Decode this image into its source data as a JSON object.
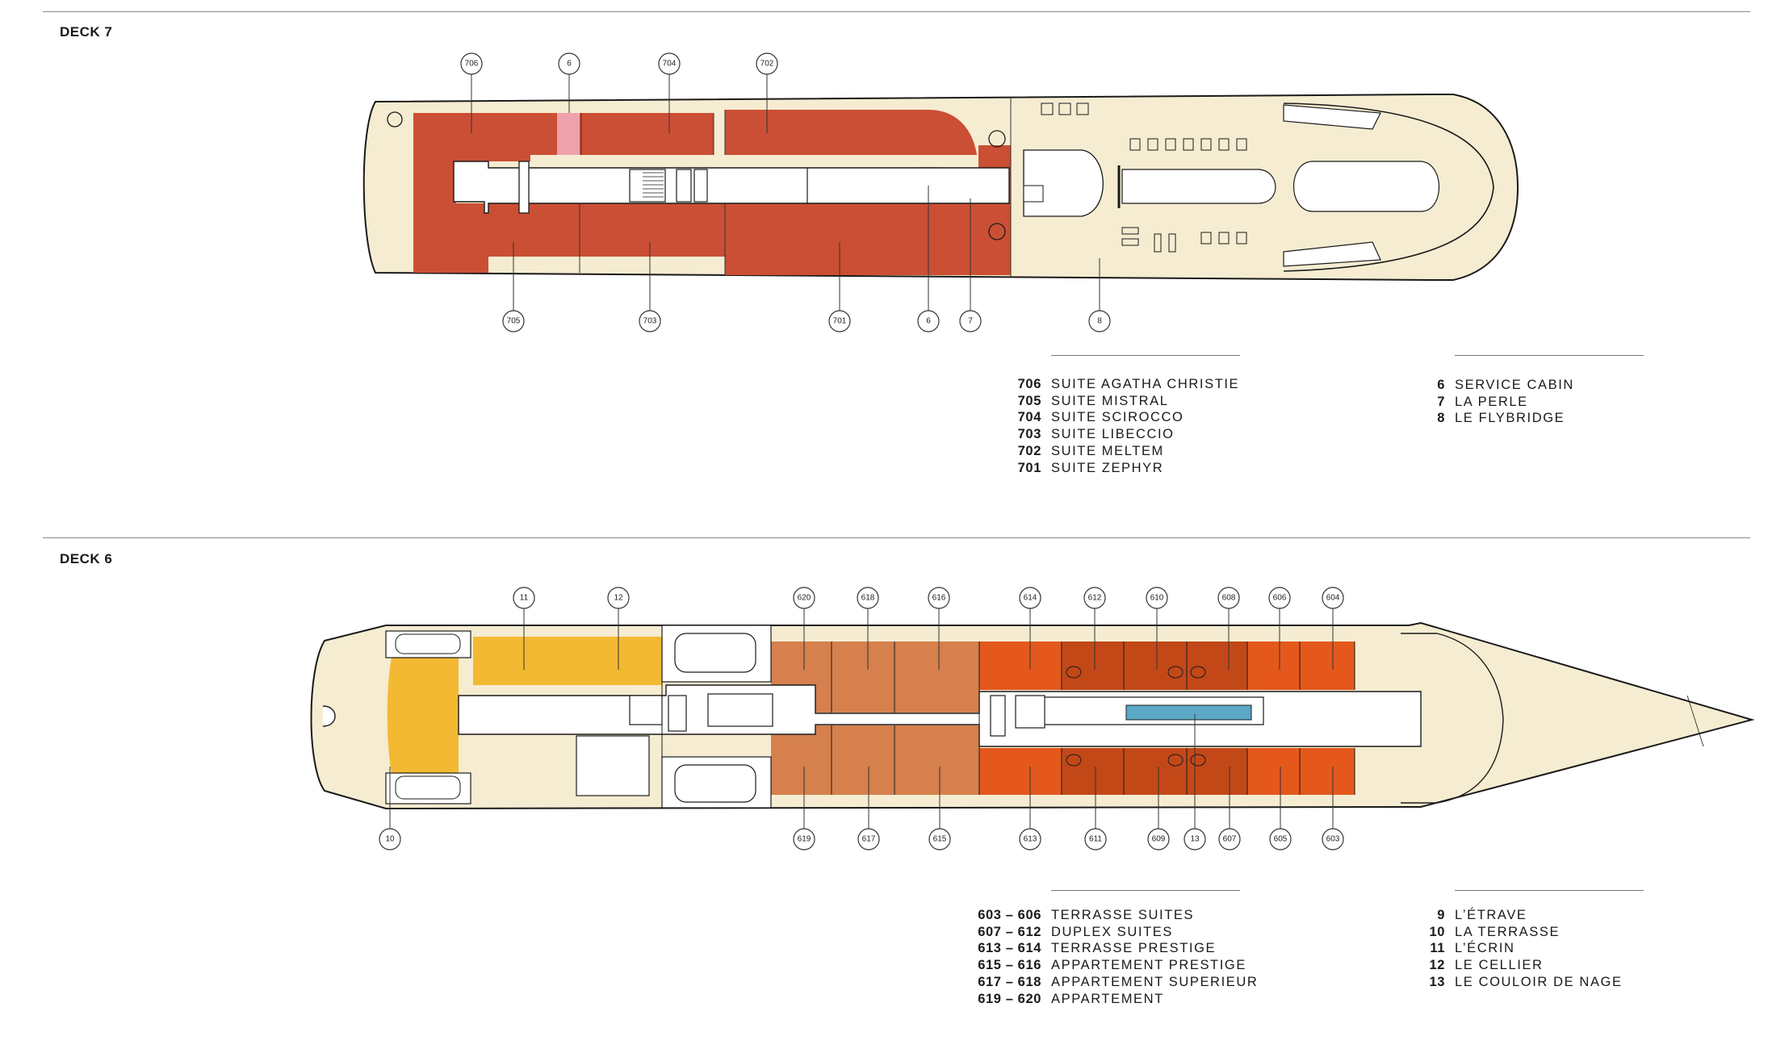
{
  "colors": {
    "hull": "#f5ecd1",
    "suite_red": "#cb4f34",
    "pink": "#f0a2ac",
    "yellow": "#f4b932",
    "tan": "#d5804d",
    "orange": "#e4581c",
    "dark_orange": "#c34818",
    "pool": "#5ba9c7",
    "outline": "#1a1a1a"
  },
  "deck7": {
    "title": "DECK 7",
    "callouts_top": [
      "706",
      "6",
      "704",
      "702"
    ],
    "callouts_bottom": [
      "705",
      "703",
      "701",
      "6",
      "7",
      "8"
    ],
    "legend_rooms": [
      {
        "num": "706",
        "label": "SUITE AGATHA CHRISTIE"
      },
      {
        "num": "705",
        "label": "SUITE MISTRAL"
      },
      {
        "num": "704",
        "label": "SUITE SCIROCCO"
      },
      {
        "num": "703",
        "label": "SUITE LIBECCIO"
      },
      {
        "num": "702",
        "label": "SUITE MELTEM"
      },
      {
        "num": "701",
        "label": "SUITE ZEPHYR"
      }
    ],
    "legend_areas": [
      {
        "num": "6",
        "label": "SERVICE CABIN"
      },
      {
        "num": "7",
        "label": "LA PERLE"
      },
      {
        "num": "8",
        "label": "LE FLYBRIDGE"
      }
    ]
  },
  "deck6": {
    "title": "DECK 6",
    "callouts_top": [
      "11",
      "12",
      "620",
      "618",
      "616",
      "614",
      "612",
      "610",
      "608",
      "606",
      "604"
    ],
    "callouts_bottom": [
      "10",
      "619",
      "617",
      "615",
      "613",
      "611",
      "609",
      "13",
      "607",
      "605",
      "603"
    ],
    "legend_rooms": [
      {
        "num": "603 – 606",
        "label": "TERRASSE SUITES"
      },
      {
        "num": "607 – 612",
        "label": "DUPLEX SUITES"
      },
      {
        "num": "613 – 614",
        "label": "TERRASSE PRESTIGE"
      },
      {
        "num": "615 – 616",
        "label": "APPARTEMENT PRESTIGE"
      },
      {
        "num": "617 – 618",
        "label": "APPARTEMENT SUPERIEUR"
      },
      {
        "num": "619 – 620",
        "label": "APPARTEMENT"
      }
    ],
    "legend_areas": [
      {
        "num": "9",
        "label": "L’ÉTRAVE"
      },
      {
        "num": "10",
        "label": "LA TERRASSE"
      },
      {
        "num": "11",
        "label": "L’ÉCRIN"
      },
      {
        "num": "12",
        "label": "LE CELLIER"
      },
      {
        "num": "13",
        "label": "LE COULOIR DE NAGE"
      }
    ]
  }
}
